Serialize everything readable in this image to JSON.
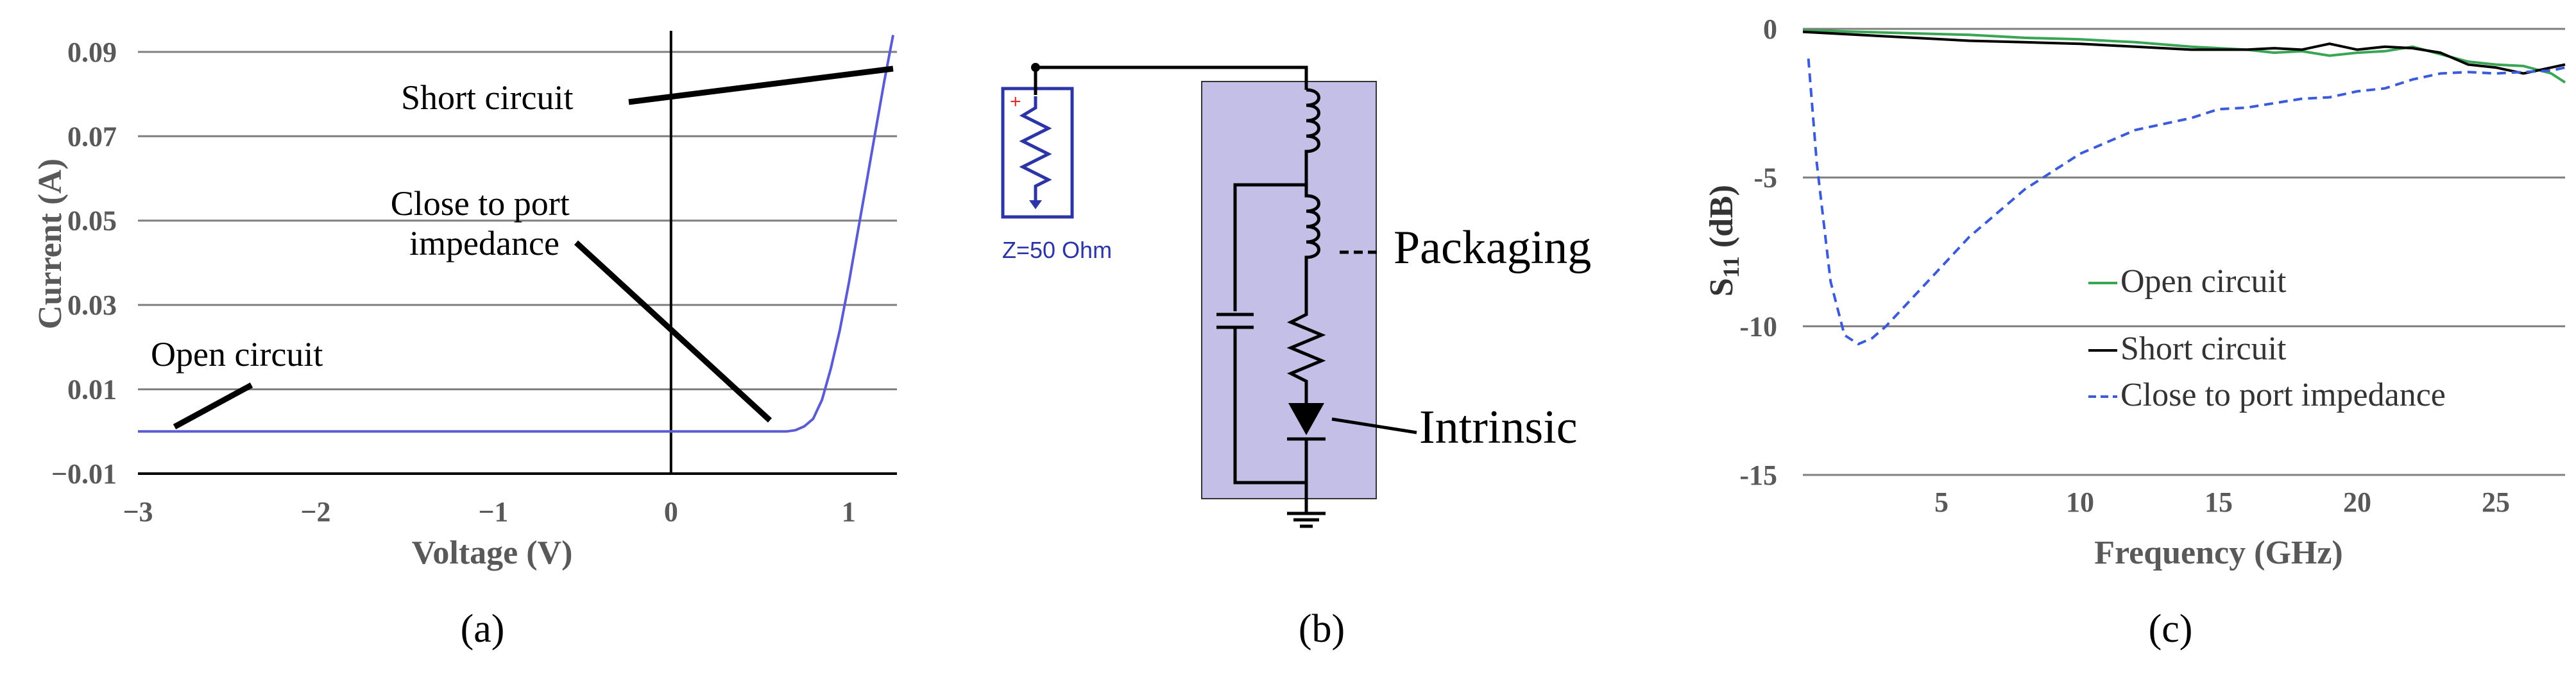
{
  "panels": {
    "a": {
      "caption": "(a)",
      "annotations": {
        "short_circuit": "Short circuit",
        "close_to_port": "Close to port\nimpedance",
        "open_circuit": "Open circuit"
      }
    },
    "b": {
      "caption": "(b)",
      "source_label": "Z=50 Ohm",
      "plus_sign": "+",
      "packaging_label": "Packaging",
      "intrinsic_label": "Intrinsic",
      "colors": {
        "package_fill": "#c4bfe6",
        "source": "#2c35a6",
        "plus": "#d0312d"
      }
    },
    "c": {
      "caption": "(c)",
      "legend": [
        "Open circuit",
        "Short circuit",
        "Close to port impedance"
      ]
    }
  },
  "chart_data": [
    {
      "panel": "a",
      "type": "line",
      "xlabel": "Voltage (V)",
      "ylabel": "Current (A)",
      "xlim": [
        -3,
        1.25
      ],
      "ylim": [
        -0.01,
        0.095
      ],
      "xticks": [
        -3,
        -2,
        -1,
        0,
        1
      ],
      "xtick_labels": [
        "−3",
        "−2",
        "−1",
        "0",
        "1"
      ],
      "yticks": [
        -0.01,
        0.01,
        0.03,
        0.05,
        0.07,
        0.09
      ],
      "ytick_labels": [
        "−0.01",
        "0.01",
        "0.03",
        "0.05",
        "0.07",
        "0.09"
      ],
      "grid": "horizontal",
      "series": [
        {
          "color": "#5b5bd6",
          "x": [
            -3,
            -2,
            -1,
            0,
            0.5,
            0.65,
            0.7,
            0.75,
            0.8,
            0.85,
            0.9,
            0.95,
            1.0,
            1.05,
            1.1,
            1.15,
            1.2,
            1.25
          ],
          "y": [
            0,
            0,
            0,
            0,
            0,
            0,
            0.0003,
            0.0012,
            0.003,
            0.0075,
            0.015,
            0.024,
            0.035,
            0.047,
            0.059,
            0.071,
            0.083,
            0.094
          ]
        }
      ]
    },
    {
      "panel": "c",
      "type": "line",
      "xlabel": "Frequency (GHz)",
      "ylabel": "S11 (dB)",
      "xlim": [
        0,
        27.5
      ],
      "ylim": [
        -15,
        0
      ],
      "xticks": [
        5,
        10,
        15,
        20,
        25
      ],
      "xtick_labels": [
        "5",
        "10",
        "15",
        "20",
        "25"
      ],
      "yticks": [
        0,
        -5,
        -10,
        -15
      ],
      "ytick_labels": [
        "0",
        "-5",
        "-10",
        "-15"
      ],
      "grid": "horizontal",
      "legend_position": "center-right",
      "series": [
        {
          "name": "Open circuit",
          "color": "#3aa655",
          "style": "solid",
          "x": [
            0,
            2,
            4,
            6,
            8,
            10,
            12,
            14,
            16,
            17,
            18,
            19,
            20,
            21,
            22,
            23,
            24,
            25,
            26,
            27,
            27.5
          ],
          "y": [
            -0.05,
            -0.1,
            -0.15,
            -0.2,
            -0.3,
            -0.35,
            -0.45,
            -0.6,
            -0.7,
            -0.8,
            -0.75,
            -0.9,
            -0.8,
            -0.75,
            -0.6,
            -0.85,
            -1.1,
            -1.2,
            -1.25,
            -1.5,
            -1.8
          ]
        },
        {
          "name": "Short circuit",
          "color": "#000000",
          "style": "solid",
          "x": [
            0,
            2,
            4,
            6,
            8,
            10,
            12,
            14,
            16,
            17,
            18,
            19,
            20,
            21,
            22,
            23,
            24,
            25,
            26,
            27,
            27.5
          ],
          "y": [
            -0.1,
            -0.2,
            -0.3,
            -0.4,
            -0.45,
            -0.5,
            -0.6,
            -0.7,
            -0.7,
            -0.65,
            -0.7,
            -0.5,
            -0.7,
            -0.6,
            -0.65,
            -0.8,
            -1.2,
            -1.3,
            -1.5,
            -1.3,
            -1.2
          ]
        },
        {
          "name": "Close to port impedance",
          "color": "#3b5bdb",
          "style": "dashed",
          "x": [
            0.2,
            0.5,
            1,
            1.5,
            2,
            2.5,
            3,
            4,
            5,
            6,
            7,
            8,
            9,
            10,
            12,
            14,
            15,
            16,
            17,
            18,
            19,
            20,
            21,
            22,
            23,
            24,
            25,
            26,
            27,
            27.5
          ],
          "y": [
            -1.0,
            -4.5,
            -8.5,
            -10.3,
            -10.6,
            -10.4,
            -10.0,
            -9.0,
            -8.0,
            -7.0,
            -6.2,
            -5.4,
            -4.8,
            -4.2,
            -3.4,
            -3.0,
            -2.7,
            -2.65,
            -2.5,
            -2.35,
            -2.3,
            -2.1,
            -2.0,
            -1.7,
            -1.5,
            -1.45,
            -1.5,
            -1.45,
            -1.4,
            -1.3
          ]
        }
      ]
    }
  ]
}
